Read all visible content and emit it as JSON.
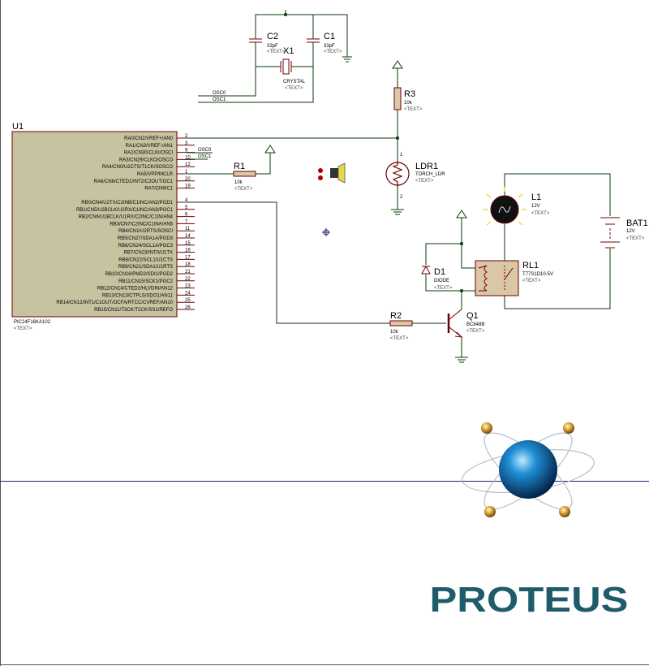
{
  "u1": {
    "ref": "U1",
    "part": "PIC24F16KA102",
    "text": "<TEXT>",
    "pins_left": [
      {
        "no": "2",
        "name": "RA0/CN2/VREF+/AN0"
      },
      {
        "no": "3",
        "name": "RA1/CN3/VREF-/AN1"
      },
      {
        "no": "9",
        "name": "RA2/CN30/CLKI/OSCI"
      },
      {
        "no": "10",
        "name": "RA3/CN29/CLKO/OSCO"
      },
      {
        "no": "12",
        "name": "RA4/CN0/U2CTS/T1CK/SOSCO"
      },
      {
        "no": "1",
        "name": "RA5/VPP/MCLR"
      },
      {
        "no": "20",
        "name": "RA6/CN8/CTED1/INT2/C2OUT/OC1"
      },
      {
        "no": "19",
        "name": "RA7/CN9/C1"
      }
    ],
    "pins_right": [
      {
        "no": "4",
        "name": "RB0/CN4/U2TX/C2INB/C1INC/AN2/PGD1"
      },
      {
        "no": "5",
        "name": "RB1/CN5/U2BCLK/U2RX/C1INC/AN3/PGC1"
      },
      {
        "no": "6",
        "name": "RB2/CN6/U1BCLK/U1RX/C2INC/C1IN/AN4"
      },
      {
        "no": "7",
        "name": "RB3/CN7/C2INC/C1INA/AN5"
      },
      {
        "no": "11",
        "name": "RB4/CN1/U2RTS/SOSCI"
      },
      {
        "no": "14",
        "name": "RB5/CN27/SDA1A/PGD3"
      },
      {
        "no": "15",
        "name": "RB6/CN24/SCL1A/PGC3"
      },
      {
        "no": "16",
        "name": "RB7/CN23/INT0/U1TX"
      },
      {
        "no": "17",
        "name": "RB8/CN22/SCL1/U1CTS"
      },
      {
        "no": "18",
        "name": "RB9/CN21/SDA1/U1RTS"
      },
      {
        "no": "21",
        "name": "RB10/CN16/PMD2/SDI1/PGD2"
      },
      {
        "no": "22",
        "name": "RB11/CN15/SCK1/PGC2"
      },
      {
        "no": "23",
        "name": "RB12/CN14/CTED2/HLVDIN/AN12"
      },
      {
        "no": "24",
        "name": "RB13/CN13/CTPLS/SDO1/AN11"
      },
      {
        "no": "25",
        "name": "RB14/CN12/INT1/C1OUT/OCFA/RTCC/CVREF/AN10"
      },
      {
        "no": "26",
        "name": "RB15/CN11/T3CK/T2CK/SS1/REFO"
      }
    ],
    "net_osc0": "OSC0",
    "net_osc1": "OSC1"
  },
  "components": {
    "c2": {
      "ref": "C2",
      "value": "33pF",
      "text": "<TEXT>"
    },
    "c1": {
      "ref": "C1",
      "value": "33pF",
      "text": "<TEXT>"
    },
    "x1": {
      "ref": "X1",
      "value": "CRYSTAL",
      "text": "<TEXT>"
    },
    "r1": {
      "ref": "R1",
      "value": "10k",
      "text": "<TEXT>"
    },
    "r2": {
      "ref": "R2",
      "value": "10k",
      "text": "<TEXT>"
    },
    "r3": {
      "ref": "R3",
      "value": "10k",
      "text": "<TEXT>"
    },
    "ldr1": {
      "ref": "LDR1",
      "value": "TORCH_LDR",
      "text": "<TEXT>",
      "pin1": "1",
      "pin2": "2"
    },
    "l1": {
      "ref": "L1",
      "value": "12V",
      "text": "<TEXT>"
    },
    "bat1": {
      "ref": "BAT1",
      "value": "12V",
      "text": "<TEXT>"
    },
    "d1": {
      "ref": "D1",
      "value": "DIODE",
      "text": "<TEXT>"
    },
    "rl1": {
      "ref": "RL1",
      "value": "T77S1D10-5V",
      "text": "<TEXT>"
    },
    "q1": {
      "ref": "Q1",
      "value": "BC848B",
      "text": "<TEXT>"
    }
  },
  "osc_nets": {
    "osc0": "OSC0",
    "osc1": "OSC1"
  },
  "logo": {
    "text": "PROTEUS",
    "color": "#1e5c6c"
  },
  "colors": {
    "wire": "#0a3a0a",
    "component": "#6b0000",
    "chip_fill": "#c7c2a0",
    "resistor_fill": "#d9c7a7",
    "divider": "#1a237e"
  }
}
